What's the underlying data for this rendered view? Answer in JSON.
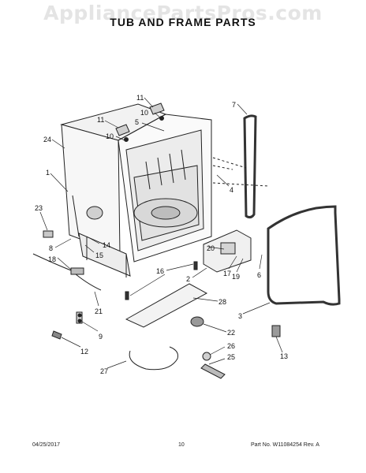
{
  "watermark": "AppliancePartsPros.com",
  "title": "TUB AND FRAME PARTS",
  "callouts": [
    {
      "id": "c11a",
      "text": "11"
    },
    {
      "id": "c10a",
      "text": "10"
    },
    {
      "id": "c7",
      "text": "7"
    },
    {
      "id": "c11b",
      "text": "11"
    },
    {
      "id": "c5",
      "text": "5"
    },
    {
      "id": "c10b",
      "text": "10"
    },
    {
      "id": "c24",
      "text": "24"
    },
    {
      "id": "c1",
      "text": "1"
    },
    {
      "id": "c4",
      "text": "4"
    },
    {
      "id": "c23",
      "text": "23"
    },
    {
      "id": "c14",
      "text": "14"
    },
    {
      "id": "c8",
      "text": "8"
    },
    {
      "id": "c15",
      "text": "15"
    },
    {
      "id": "c20",
      "text": "20"
    },
    {
      "id": "c18",
      "text": "18"
    },
    {
      "id": "c16",
      "text": "16"
    },
    {
      "id": "c17",
      "text": "17"
    },
    {
      "id": "c19",
      "text": "19"
    },
    {
      "id": "c6",
      "text": "6"
    },
    {
      "id": "c2",
      "text": "2"
    },
    {
      "id": "c28",
      "text": "28"
    },
    {
      "id": "c21",
      "text": "21"
    },
    {
      "id": "c3",
      "text": "3"
    },
    {
      "id": "c22",
      "text": "22"
    },
    {
      "id": "c9",
      "text": "9"
    },
    {
      "id": "c12",
      "text": "12"
    },
    {
      "id": "c13",
      "text": "13"
    },
    {
      "id": "c26",
      "text": "26"
    },
    {
      "id": "c25",
      "text": "25"
    },
    {
      "id": "c27",
      "text": "27"
    }
  ],
  "footer": {
    "date": "04/25/2017",
    "page": "10",
    "part_no": "Part No. W11084254  Rev. A"
  }
}
